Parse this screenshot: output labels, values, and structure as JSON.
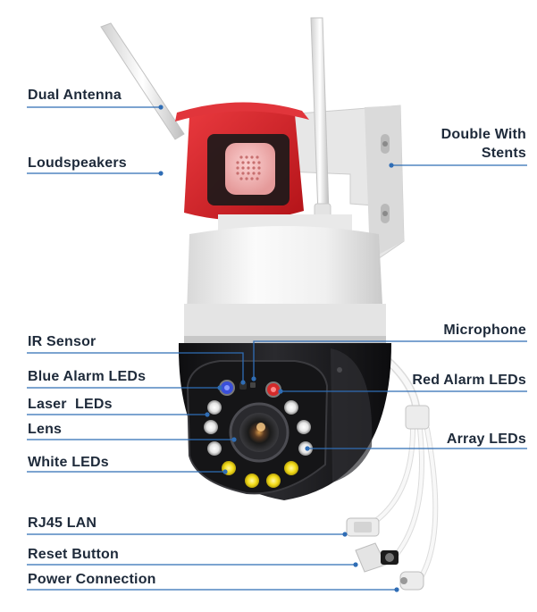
{
  "labels": {
    "dual_antenna": "Dual Antenna",
    "loudspeakers": "Loudspeakers",
    "double_with_stents_line1": "Double With",
    "double_with_stents_line2": "Stents",
    "ir_sensor": "IR Sensor",
    "microphone": "Microphone",
    "blue_alarm_leds": "Blue Alarm LEDs",
    "red_alarm_leds": "Red Alarm LEDs",
    "laser_leds": "Laser  LEDs",
    "lens": "Lens",
    "array_leds": "Array LEDs",
    "white_leds": "White LEDs",
    "rj45_lan": "RJ45 LAN",
    "reset_button": "Reset Button",
    "power_connection": "Power Connection"
  },
  "colors": {
    "callout_line": "#2f6db5",
    "label_text": "#1e2a3a",
    "horn_red": "#d7232a",
    "housing_white": "#f2f2f2",
    "housing_black": "#1b1b1d",
    "led_yellow": "#f4dd1a",
    "led_blue": "#3a4fd8",
    "led_red": "#d42a2a"
  }
}
